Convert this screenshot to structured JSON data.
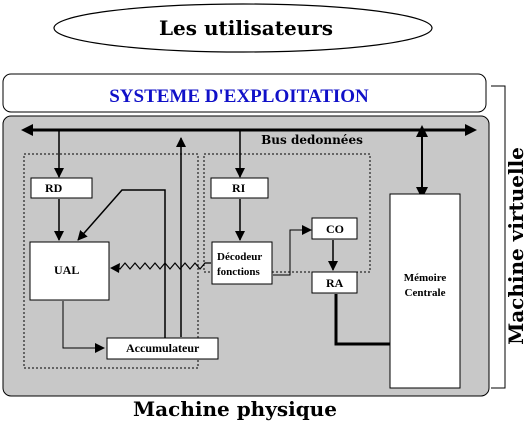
{
  "top_ellipse_label": "Les utilisateurs",
  "os_bar_label": "SYSTEME D'EXPLOITATION",
  "bus_label": "Bus dedonnées",
  "blocks": {
    "rd": "RD",
    "ri": "RI",
    "ual": "UAL",
    "decodeur_line1": "Décodeur",
    "decodeur_line2": "fonctions",
    "co": "CO",
    "ra": "RA",
    "memoire_line1": "Mémoire",
    "memoire_line2": "Centrale",
    "accumulateur": "Accumulateur"
  },
  "side_label": "Machine virtuelle",
  "bottom_label": "Machine physique",
  "colors": {
    "os_text": "#1010c8",
    "machine_fill": "#c8c8c8",
    "block_fill": "#ffffff",
    "line": "#000000"
  }
}
